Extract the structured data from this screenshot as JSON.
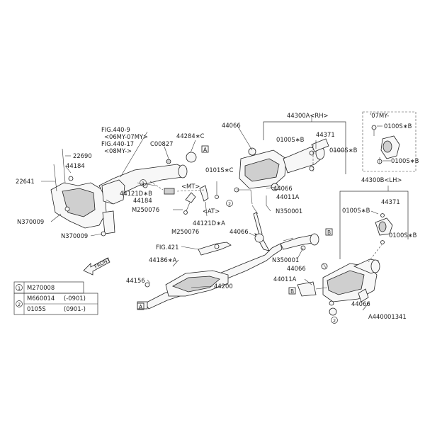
{
  "labels": {
    "p22690": "22690",
    "p44184a": "44184",
    "p22641": "22641",
    "p44184b": "44184",
    "n370009a": "N370009",
    "n370009b": "N370009",
    "fig4409": "FIG.440-9",
    "fig4409yr": "<06MY-07MY>",
    "fig44017": "FIG.440-17",
    "fig44017yr": "<08MY->",
    "c00827": "C00827",
    "p44284c": "44284∗C",
    "p44121db": "44121D∗B",
    "mt": "<MT>",
    "m250076a": "M250076",
    "m250076b": "M250076",
    "at": "<AT>",
    "p44121da": "44121D∗A",
    "p0101sc": "0101S∗C",
    "fig421": "FIG.421",
    "p44186a": "44186∗A",
    "p44156": "44156",
    "p44200": "44200",
    "p44066a": "44066",
    "p44300a": "44300A<RH>",
    "p0100sb1": "0100S∗B",
    "p44371a": "44371",
    "p0100sb2": "0100S∗B",
    "p44066b": "44066",
    "p44011a1": "44011A",
    "n350001a": "N350001",
    "p44066c": "44066",
    "n350001b": "N350001",
    "p44066d": "44066",
    "p44011a2": "44011A",
    "p44066e": "44066",
    "yr07": "'07MY-",
    "p0100sb3": "0100S∗B",
    "p0100sb4": "0100S∗B",
    "p44300b": "44300B<LH>",
    "p0100sb5": "0100S∗B",
    "p44371b": "44371",
    "p0100sb6": "0100S∗B",
    "front": "FRONT",
    "refA1": "A",
    "refA2": "A",
    "refB1": "B",
    "refB2": "B",
    "circle1a": "1",
    "circle1b": "1",
    "circle2a": "2",
    "circle2b": "2",
    "diagram_id": "A440001341"
  },
  "legend": {
    "row1_num": "1",
    "row1_part": "M270008",
    "row2_num": "2",
    "row2_part_a": "M660014",
    "row2_note_a": "(-0901)",
    "row2_part_b": "0105S",
    "row2_note_b": "(0901-)"
  }
}
